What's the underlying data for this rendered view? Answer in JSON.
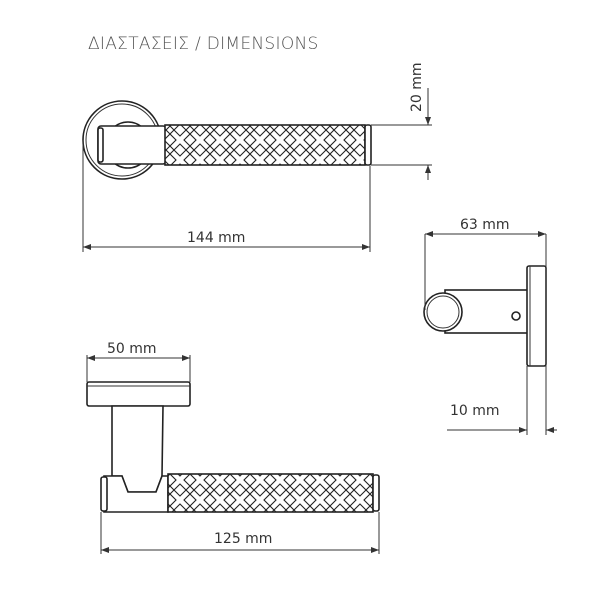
{
  "title": "ΔΙΑΣΤΑΣΕΙΣ  /  DIMENSIONS",
  "views": {
    "top": {
      "height_label": "20 mm",
      "length_label": "144 mm"
    },
    "side": {
      "depth_label": "63 mm",
      "rose_label": "10 mm"
    },
    "front": {
      "rose_label": "50 mm",
      "lever_label": "125 mm"
    }
  }
}
